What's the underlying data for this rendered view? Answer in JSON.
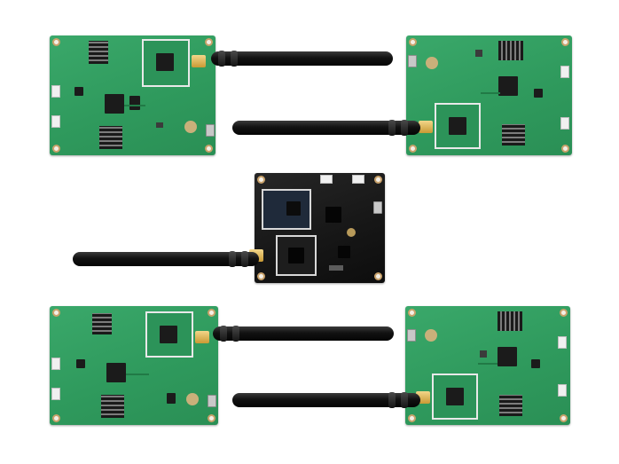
{
  "image": {
    "subject": "wireless-module-boards",
    "board_colors": {
      "green_pcb": "#2f9a5d",
      "black_pcb": "#161616",
      "background": "#ffffff"
    },
    "boards": [
      {
        "id": "top-left",
        "color": "green"
      },
      {
        "id": "top-right",
        "color": "green"
      },
      {
        "id": "center",
        "color": "black"
      },
      {
        "id": "bottom-left",
        "color": "green"
      },
      {
        "id": "bottom-right",
        "color": "green"
      }
    ]
  }
}
